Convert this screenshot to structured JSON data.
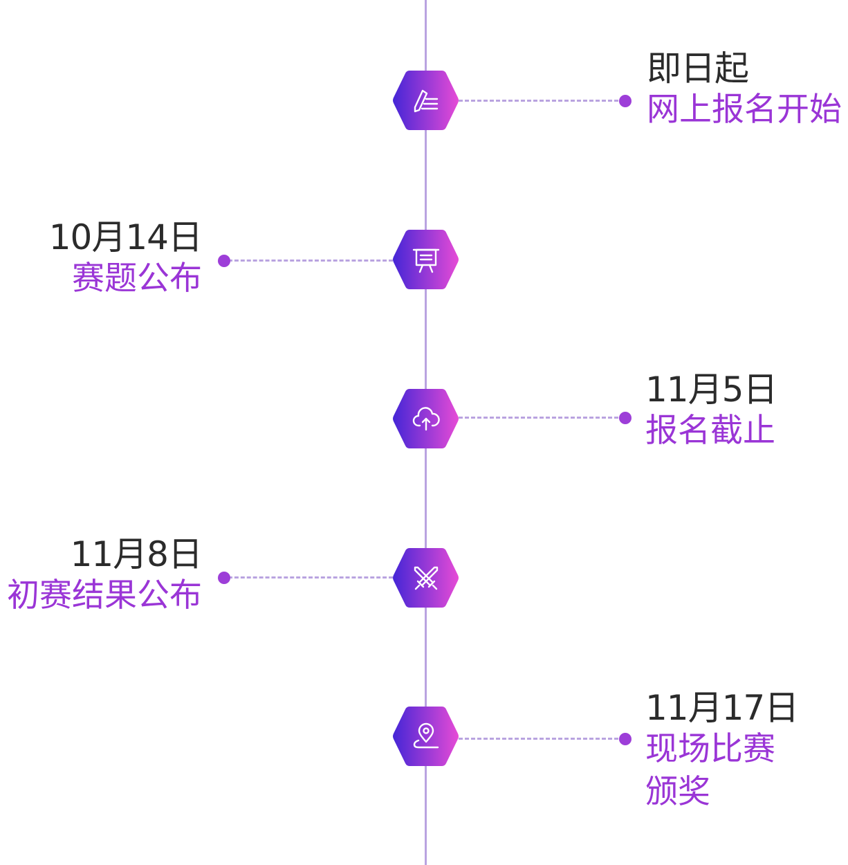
{
  "colors": {
    "axis": "#b9a3e0",
    "dot": "#9d3ed8",
    "date_text": "#2b2b2b",
    "desc_text": "#9a35d6",
    "hex_gradient_start": "#4526d6",
    "hex_gradient_end": "#e64bd6"
  },
  "timeline": [
    {
      "date": "即日起",
      "desc": "网上报名开始",
      "side": "right",
      "icon": "edit-list-icon"
    },
    {
      "date": "10月14日",
      "desc": "赛题公布",
      "side": "left",
      "icon": "presentation-board-icon"
    },
    {
      "date": "11月5日",
      "desc": "报名截止",
      "side": "right",
      "icon": "cloud-upload-icon"
    },
    {
      "date": "11月8日",
      "desc": "初赛结果公布",
      "side": "left",
      "icon": "crossed-swords-icon"
    },
    {
      "date": "11月17日",
      "desc": "现场比赛\n颁奖",
      "side": "right",
      "icon": "location-pin-icon"
    }
  ]
}
